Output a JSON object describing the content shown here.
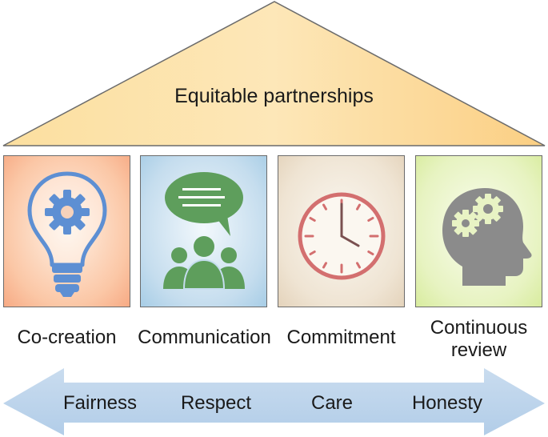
{
  "roof": {
    "title": "Equitable partnerships"
  },
  "pillars": [
    {
      "label": "Co-creation",
      "icon": "lightbulb-gear-icon"
    },
    {
      "label": "Communication",
      "icon": "speech-bubble-people-icon"
    },
    {
      "label": "Commitment",
      "icon": "clock-icon"
    },
    {
      "label": "Continuous review",
      "icon": "head-gears-icon"
    }
  ],
  "foundation": {
    "values": [
      "Fairness",
      "Respect",
      "Care",
      "Honesty"
    ]
  },
  "colors": {
    "roof_fill": "#fbd48f",
    "arrow_fill": "#bcd4ec",
    "bulb_stroke": "#5d8fd3",
    "chat_green": "#5e9e5c",
    "clock_stroke": "#d36f6f",
    "head_gray": "#8b8b8b"
  }
}
